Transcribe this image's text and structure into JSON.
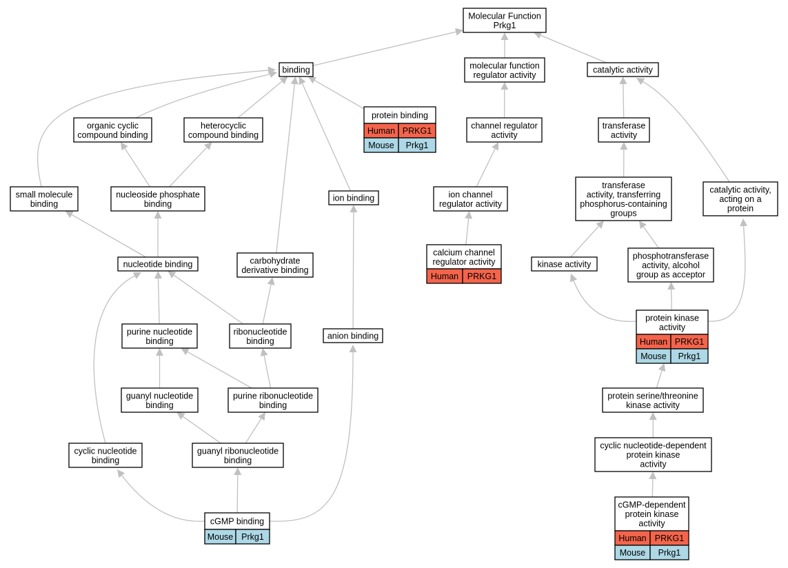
{
  "colors": {
    "human": "#f4644b",
    "mouse": "#add8e6",
    "edge": "#c0c0c0"
  },
  "nodes": {
    "mf": {
      "lines": [
        "Molecular Function",
        "Prkg1"
      ]
    },
    "binding": {
      "lines": [
        "binding"
      ]
    },
    "mfra": {
      "lines": [
        "molecular function",
        "regulator activity"
      ]
    },
    "cat": {
      "lines": [
        "catalytic activity"
      ]
    },
    "ocb": {
      "lines": [
        "organic cyclic",
        "compound binding"
      ]
    },
    "hcb": {
      "lines": [
        "heterocyclic",
        "compound binding"
      ]
    },
    "pb": {
      "lines": [
        "protein binding"
      ],
      "rows": [
        [
          "Human",
          "PRKG1"
        ],
        [
          "Mouse",
          "Prkg1"
        ]
      ]
    },
    "chra": {
      "lines": [
        "channel regulator",
        "activity"
      ]
    },
    "ta": {
      "lines": [
        "transferase",
        "activity"
      ]
    },
    "smb": {
      "lines": [
        "small molecule",
        "binding"
      ]
    },
    "npb": {
      "lines": [
        "nucleoside phosphate",
        "binding"
      ]
    },
    "ion": {
      "lines": [
        "ion binding"
      ]
    },
    "icra": {
      "lines": [
        "ion channel",
        "regulator activity"
      ]
    },
    "tatp": {
      "lines": [
        "transferase",
        "activity, transferring",
        "phosphorus-containing",
        "groups"
      ]
    },
    "caap": {
      "lines": [
        "catalytic activity,",
        "acting on a",
        "protein"
      ]
    },
    "ccra": {
      "lines": [
        "calcium channel",
        "regulator activity"
      ],
      "rows": [
        [
          "Human",
          "PRKG1"
        ]
      ]
    },
    "nb": {
      "lines": [
        "nucleotide binding"
      ]
    },
    "cdb": {
      "lines": [
        "carbohydrate",
        "derivative binding"
      ]
    },
    "ka": {
      "lines": [
        "kinase activity"
      ]
    },
    "ptaa": {
      "lines": [
        "phosphotransferase",
        "activity, alcohol",
        "group as acceptor"
      ]
    },
    "pka": {
      "lines": [
        "protein kinase",
        "activity"
      ],
      "rows": [
        [
          "Human",
          "PRKG1"
        ],
        [
          "Mouse",
          "Prkg1"
        ]
      ]
    },
    "pnb": {
      "lines": [
        "purine nucleotide",
        "binding"
      ]
    },
    "rnb": {
      "lines": [
        "ribonucleotide",
        "binding"
      ]
    },
    "anb": {
      "lines": [
        "anion binding"
      ]
    },
    "gnb": {
      "lines": [
        "guanyl nucleotide",
        "binding"
      ]
    },
    "prnb": {
      "lines": [
        "purine ribonucleotide",
        "binding"
      ]
    },
    "pstk": {
      "lines": [
        "protein serine/threonine",
        "kinase activity"
      ]
    },
    "cnb": {
      "lines": [
        "cyclic nucleotide",
        "binding"
      ]
    },
    "grnb": {
      "lines": [
        "guanyl ribonucleotide",
        "binding"
      ]
    },
    "cndpk": {
      "lines": [
        "cyclic nucleotide-dependent",
        "protein kinase",
        "activity"
      ]
    },
    "cgmpb": {
      "lines": [
        "cGMP binding"
      ],
      "rows": [
        [
          "Mouse",
          "Prkg1"
        ]
      ]
    },
    "cgmppk": {
      "lines": [
        "cGMP-dependent",
        "protein kinase",
        "activity"
      ],
      "rows": [
        [
          "Human",
          "PRKG1"
        ],
        [
          "Mouse",
          "Prkg1"
        ]
      ]
    }
  },
  "edges": [
    [
      "binding",
      "mf"
    ],
    [
      "mfra",
      "mf"
    ],
    [
      "cat",
      "mf"
    ],
    [
      "ocb",
      "binding"
    ],
    [
      "hcb",
      "binding"
    ],
    [
      "pb",
      "binding"
    ],
    [
      "smb",
      "binding"
    ],
    [
      "ion",
      "binding"
    ],
    [
      "cdb",
      "binding"
    ],
    [
      "chra",
      "mfra"
    ],
    [
      "icra",
      "chra"
    ],
    [
      "ccra",
      "icra"
    ],
    [
      "ta",
      "cat"
    ],
    [
      "caap",
      "cat"
    ],
    [
      "tatp",
      "ta"
    ],
    [
      "npb",
      "ocb"
    ],
    [
      "npb",
      "hcb"
    ],
    [
      "nb",
      "smb"
    ],
    [
      "nb",
      "npb"
    ],
    [
      "anb",
      "ion"
    ],
    [
      "ka",
      "tatp"
    ],
    [
      "ptaa",
      "tatp"
    ],
    [
      "pnb",
      "nb"
    ],
    [
      "rnb",
      "nb"
    ],
    [
      "cnb",
      "nb"
    ],
    [
      "rnb",
      "cdb"
    ],
    [
      "pka",
      "ka"
    ],
    [
      "pka",
      "ptaa"
    ],
    [
      "pka",
      "caap"
    ],
    [
      "gnb",
      "pnb"
    ],
    [
      "prnb",
      "pnb"
    ],
    [
      "prnb",
      "rnb"
    ],
    [
      "grnb",
      "gnb"
    ],
    [
      "grnb",
      "prnb"
    ],
    [
      "pstk",
      "pka"
    ],
    [
      "cndpk",
      "pstk"
    ],
    [
      "cgmppk",
      "cndpk"
    ],
    [
      "cgmpb",
      "cnb"
    ],
    [
      "cgmpb",
      "grnb"
    ],
    [
      "cgmpb",
      "anb"
    ]
  ]
}
